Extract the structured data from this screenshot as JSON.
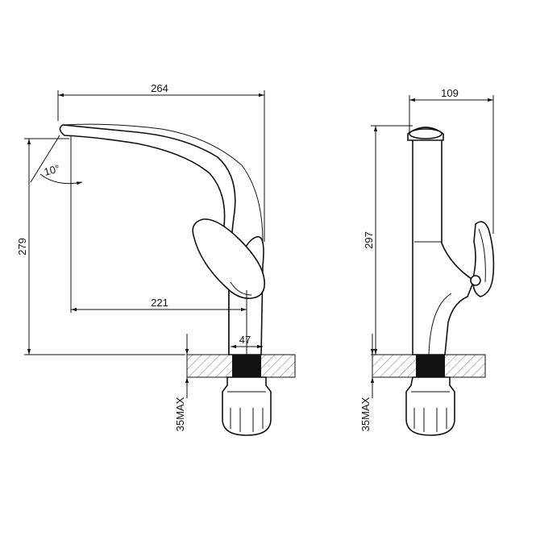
{
  "front_view": {
    "overall_width": "264",
    "spout_angle": "10°",
    "height": "279",
    "reach": "221",
    "base_diameter": "47",
    "max_counter_thickness": "35MAX"
  },
  "side_view": {
    "depth": "109",
    "height": "297",
    "max_counter_thickness": "35MAX"
  }
}
